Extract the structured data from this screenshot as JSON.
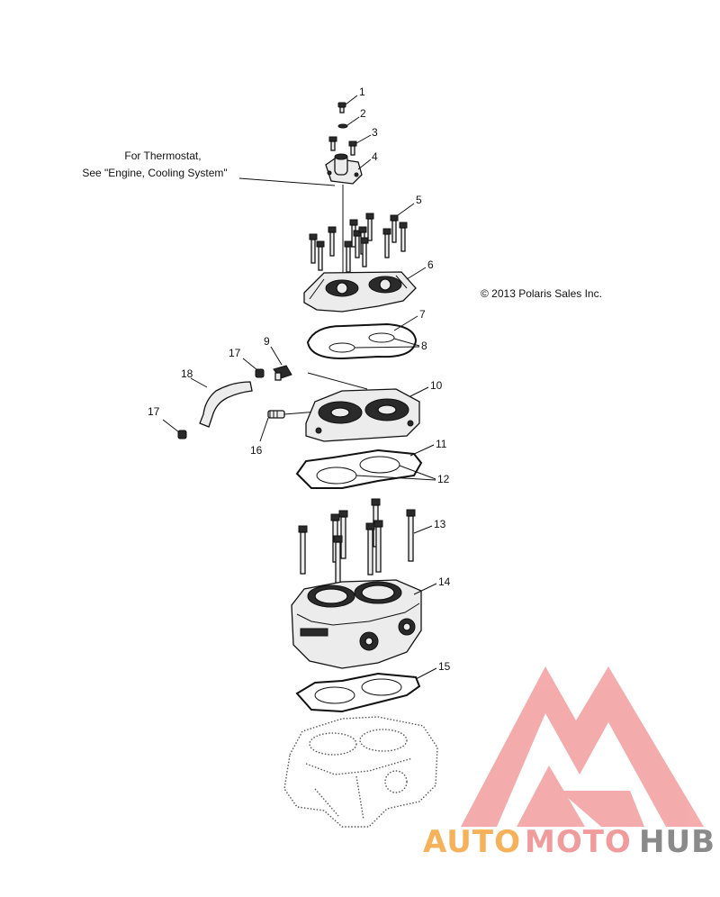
{
  "diagram": {
    "note_line1": "For Thermostat,",
    "note_line2": "See \"Engine, Cooling System\"",
    "copyright": "© 2013 Polaris Sales Inc.",
    "callouts": [
      "1",
      "2",
      "3",
      "4",
      "5",
      "6",
      "7",
      "8",
      "9",
      "10",
      "11",
      "12",
      "13",
      "14",
      "15",
      "16",
      "17",
      "17",
      "18"
    ]
  },
  "watermark": {
    "part1": "AUTO",
    "part2": "MOTO",
    "part3": "HUB",
    "colors": {
      "auto": "#f5b25a",
      "moto": "#f19c9c",
      "hub": "#8a8a8a",
      "logo": "#f29d9d"
    }
  }
}
